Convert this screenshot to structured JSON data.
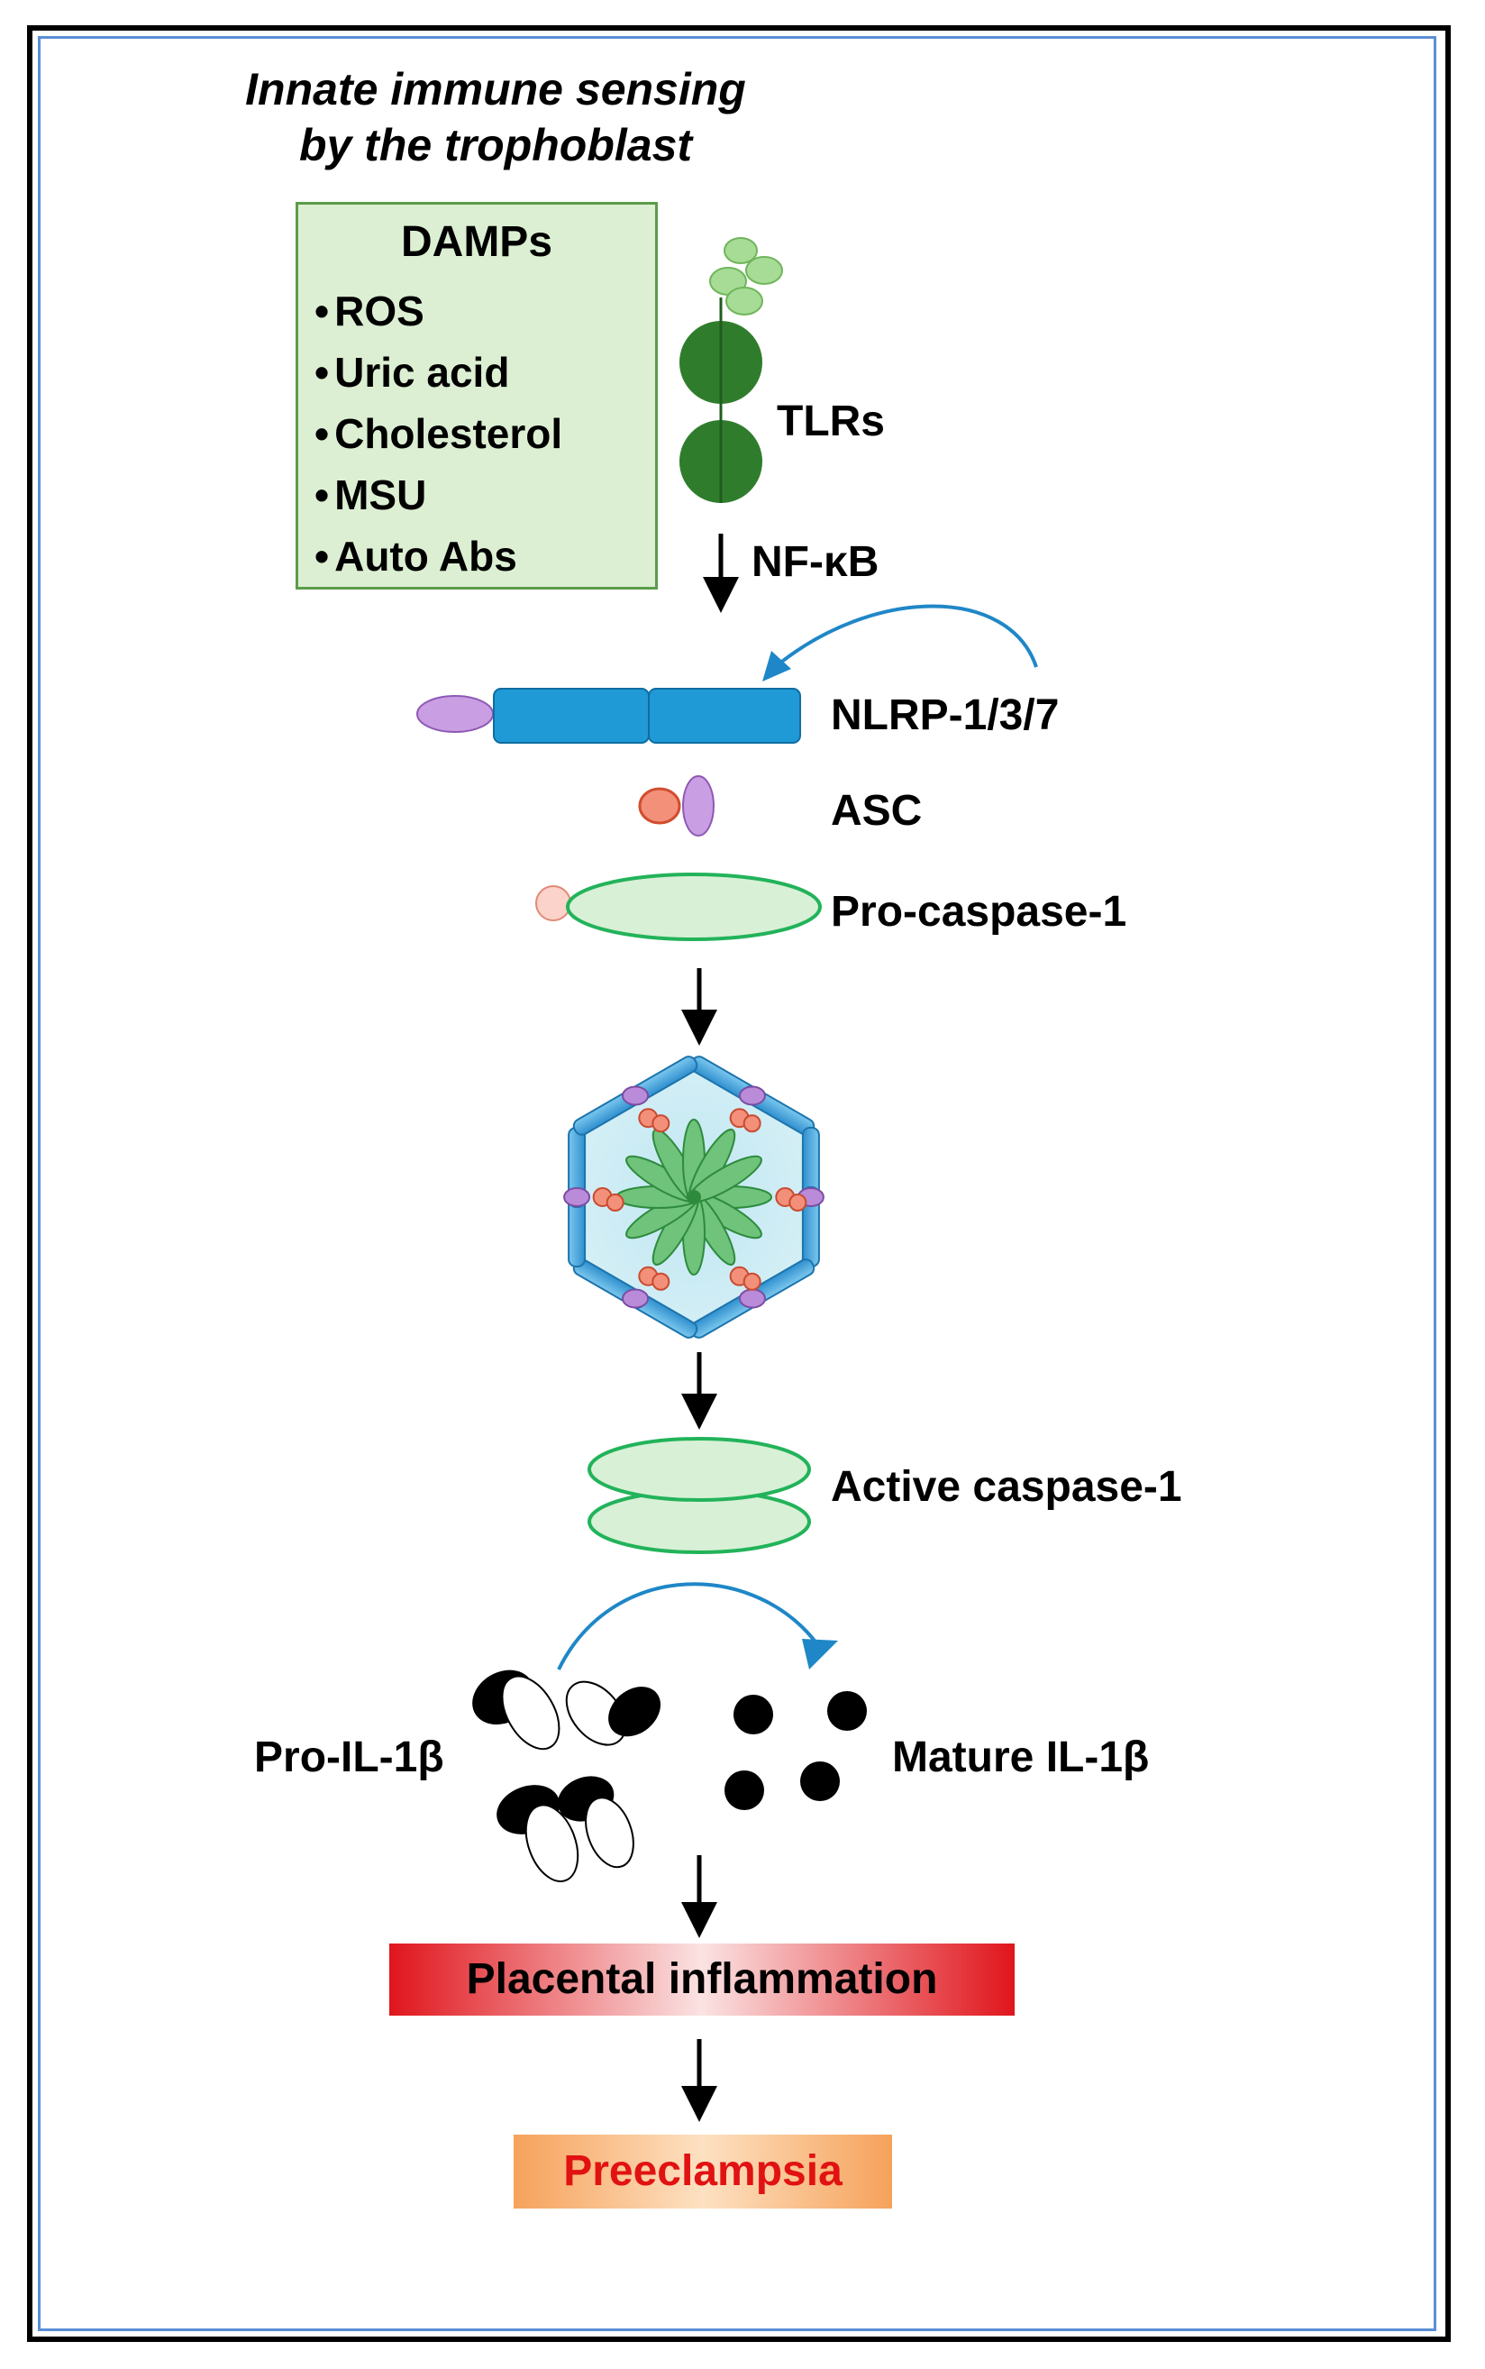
{
  "title_lines": [
    "Innate immune sensing",
    "by the trophoblast"
  ],
  "damps": {
    "heading": "DAMPs",
    "items": [
      "ROS",
      "Uric acid",
      "Cholesterol",
      "MSU",
      "Auto Abs"
    ]
  },
  "labels": {
    "tlrs": "TLRs",
    "nfkb": "NF-κB",
    "nlrp": "NLRP-1/3/7",
    "asc": "ASC",
    "pro_caspase": "Pro-caspase-1",
    "active_caspase": "Active caspase-1",
    "pro_il1b": "Pro-IL-1β",
    "mature_il1b": "Mature IL-1β"
  },
  "outcomes": {
    "inflammation": "Placental inflammation",
    "preeclampsia": "Preeclampsia"
  },
  "colors": {
    "damps_fill": "#dcefd3",
    "tlr_dark": "#2f7d2c",
    "tlr_light": "#9fd88d",
    "nlrp_blue": "#1f9ad6",
    "pyd_purple": "#c99ee3",
    "card_red": "#f3907a",
    "caspase_green": "#22b35a",
    "curve_arrow": "#1f87c7",
    "inflammation_red": "#e0151c",
    "preeclampsia_orange": "#f6a25b",
    "preeclampsia_text": "#e11212",
    "frame_blue": "#5b8fd6"
  }
}
